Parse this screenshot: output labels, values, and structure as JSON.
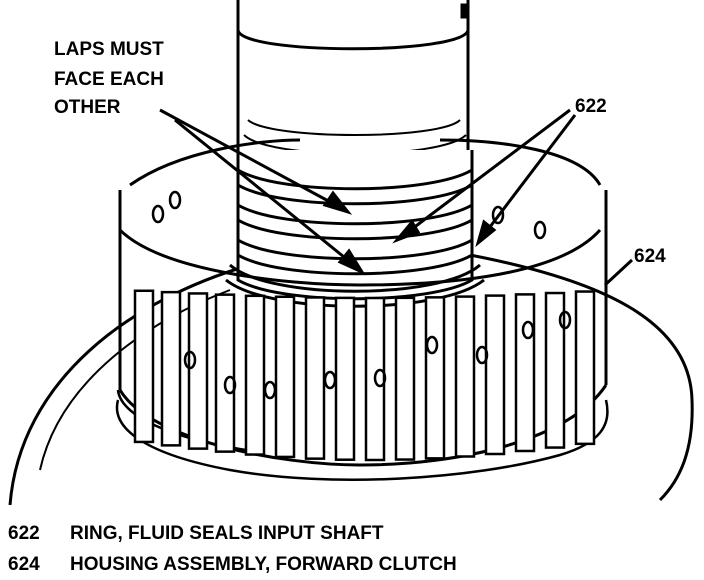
{
  "callouts": {
    "laps_line1": "LAPS MUST",
    "laps_line2": "FACE EACH",
    "laps_line3": "OTHER",
    "ref_622": "622",
    "ref_624": "624"
  },
  "legend": [
    {
      "num": "622",
      "text": "RING, FLUID SEALS INPUT SHAFT"
    },
    {
      "num": "624",
      "text": "HOUSING ASSEMBLY, FORWARD CLUTCH"
    }
  ],
  "colors": {
    "ink": "#000000",
    "paper": "#ffffff"
  }
}
